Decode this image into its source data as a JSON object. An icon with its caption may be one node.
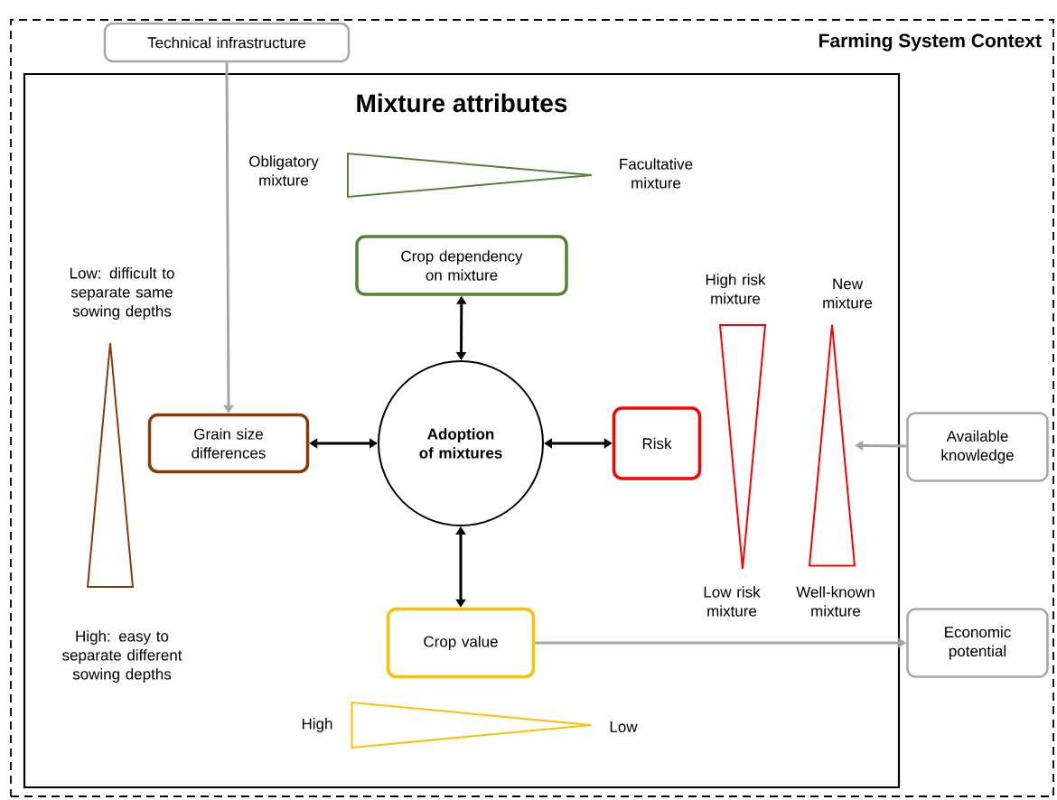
{
  "diagram": {
    "title": "Mixture attributes",
    "nodes": [
      {
        "text": [
          "Farming System Context"
        ]
      },
      {
        "text": [],
        "shape": "box",
        "in": 0
      },
      {
        "text": [
          "Technical infrastructure"
        ],
        "in": 0
      },
      {
        "text": [
          "Crop dependency on mixture"
        ],
        "in": 1
      },
      {
        "text": [
          "Grain size differences"
        ],
        "in": 1
      },
      {
        "text": [
          "Adoption of mixtures"
        ],
        "in": 1
      },
      {
        "text": [
          "Risk"
        ],
        "in": 1
      },
      {
        "text": [
          "Crop value"
        ],
        "in": 1
      },
      {
        "text": [
          "Available knowledge"
        ],
        "in": 0
      },
      {
        "text": [
          "Economic potential"
        ],
        "in": 0
      },
      {
        "text": [],
        "shape": "triangle",
        "in": 1,
        "beside": [
          "Low: difficult to separate same sowing depths",
          "High: easy to separate different sowing depths"
        ]
      },
      {
        "text": [],
        "shape": "triangle",
        "in": 1,
        "beside": [
          "Obligatory mixture",
          "Facultative mixture"
        ]
      },
      {
        "text": [],
        "shape": "triangle",
        "in": 1,
        "beside": [
          "High",
          "Low"
        ]
      },
      {
        "text": [],
        "shape": "triangle",
        "in": 1,
        "beside": [
          "High risk mixture",
          "Low risk mixture"
        ]
      },
      {
        "text": [],
        "shape": "triangle",
        "in": 1,
        "beside": [
          "New mixture",
          "Well-known mixture"
        ]
      }
    ],
    "edges": [
      {
        "from": 2,
        "to": 4,
        "arrow": "to",
        "color": "#a6a6a6"
      },
      {
        "from": 5,
        "to": 3,
        "arrow": "both"
      },
      {
        "from": 5,
        "to": 4,
        "arrow": "both"
      },
      {
        "from": 5,
        "to": 6,
        "arrow": "both"
      },
      {
        "from": 5,
        "to": 7,
        "arrow": "both"
      },
      {
        "from": 8,
        "to": 14,
        "arrow": "to",
        "color": "#a6a6a6"
      },
      {
        "from": 7,
        "to": 9,
        "arrow": "to",
        "color": "#a6a6a6"
      }
    ]
  }
}
